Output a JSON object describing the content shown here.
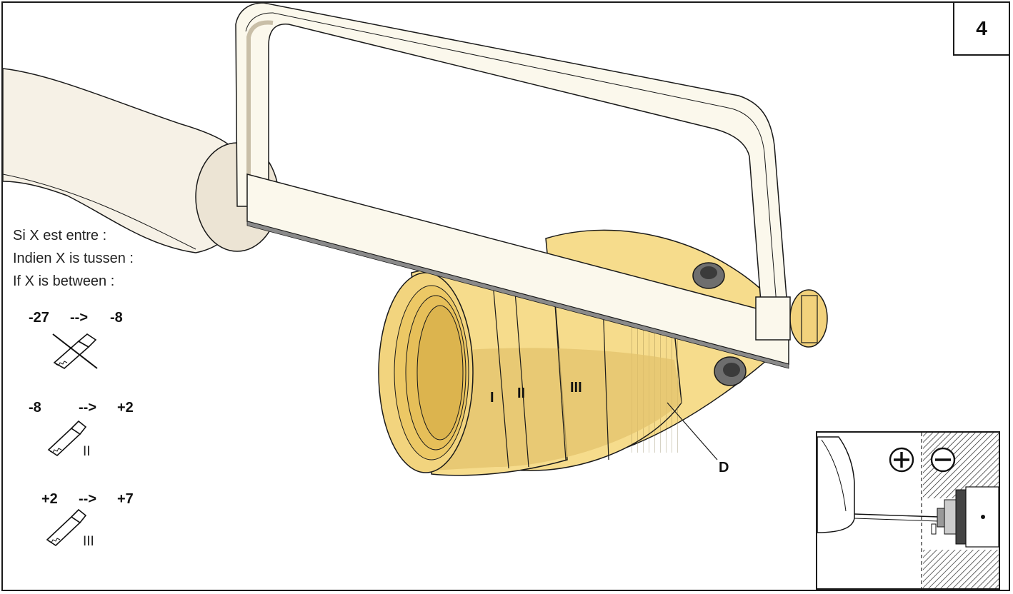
{
  "step": {
    "number": "4"
  },
  "conditions": {
    "line_fr": "Si X est entre :",
    "line_nl": "Indien X is tussen :",
    "line_en": "If X is between :"
  },
  "ranges": [
    {
      "from": "-27",
      "arrow": "-->",
      "to": "-8",
      "icon": "saw-crossed-out-icon",
      "mark": ""
    },
    {
      "from": "-8",
      "arrow": "-->",
      "to": "+2",
      "icon": "saw-icon",
      "mark": "II"
    },
    {
      "from": "+2",
      "arrow": "-->",
      "to": "+7",
      "icon": "saw-icon",
      "mark": "III"
    }
  ],
  "fitting": {
    "band_labels": [
      "I",
      "II",
      "III"
    ],
    "detail_label": "D"
  },
  "inset": {
    "plus_symbol": "plus-circle-icon",
    "minus_symbol": "minus-circle-icon"
  },
  "colors": {
    "brass": "#f6dc8c",
    "brass_shadow": "#e3c36c",
    "saw_frame": "#fbf8ec",
    "handle": "#f6f1e6",
    "outline": "#1a1a1a"
  }
}
